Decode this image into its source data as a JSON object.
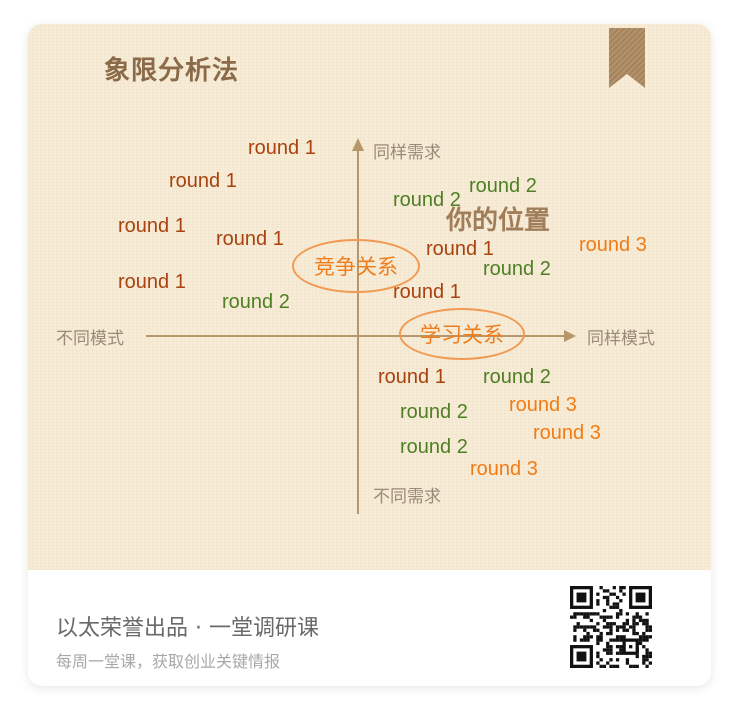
{
  "header": {
    "title": "象限分析法"
  },
  "axes": {
    "top": "同样需求",
    "bottom": "不同需求",
    "left": "不同模式",
    "right": "同样模式"
  },
  "highlight": {
    "your_position": "你的位置"
  },
  "ovals": {
    "competition": "竞争关系",
    "learning": "学习关系"
  },
  "labels": [
    {
      "text": "round 1",
      "round": 1
    },
    {
      "text": "round 1",
      "round": 1
    },
    {
      "text": "round 1",
      "round": 1
    },
    {
      "text": "round 1",
      "round": 1
    },
    {
      "text": "round 1",
      "round": 1
    },
    {
      "text": "round 2",
      "round": 2
    },
    {
      "text": "round 2",
      "round": 2
    },
    {
      "text": "round 2",
      "round": 2
    },
    {
      "text": "round 1",
      "round": 1
    },
    {
      "text": "round 2",
      "round": 2
    },
    {
      "text": "round 1",
      "round": 1
    },
    {
      "text": "round 3",
      "round": 3
    },
    {
      "text": "round 1",
      "round": 1
    },
    {
      "text": "round 2",
      "round": 2
    },
    {
      "text": "round 2",
      "round": 2
    },
    {
      "text": "round 3",
      "round": 3
    },
    {
      "text": "round 2",
      "round": 2
    },
    {
      "text": "round 3",
      "round": 3
    },
    {
      "text": "round 3",
      "round": 3
    }
  ],
  "colors": {
    "round1": "#a9420f",
    "round2": "#4e7f24",
    "round3": "#f27c14",
    "axis": "#b8966a"
  },
  "footer": {
    "title": "以太荣誉出品 · 一堂调研课",
    "subtitle": "每周一堂课，获取创业关键情报"
  },
  "icons": {
    "bookmark": "bookmark-icon",
    "qr": "qr-code-icon"
  }
}
